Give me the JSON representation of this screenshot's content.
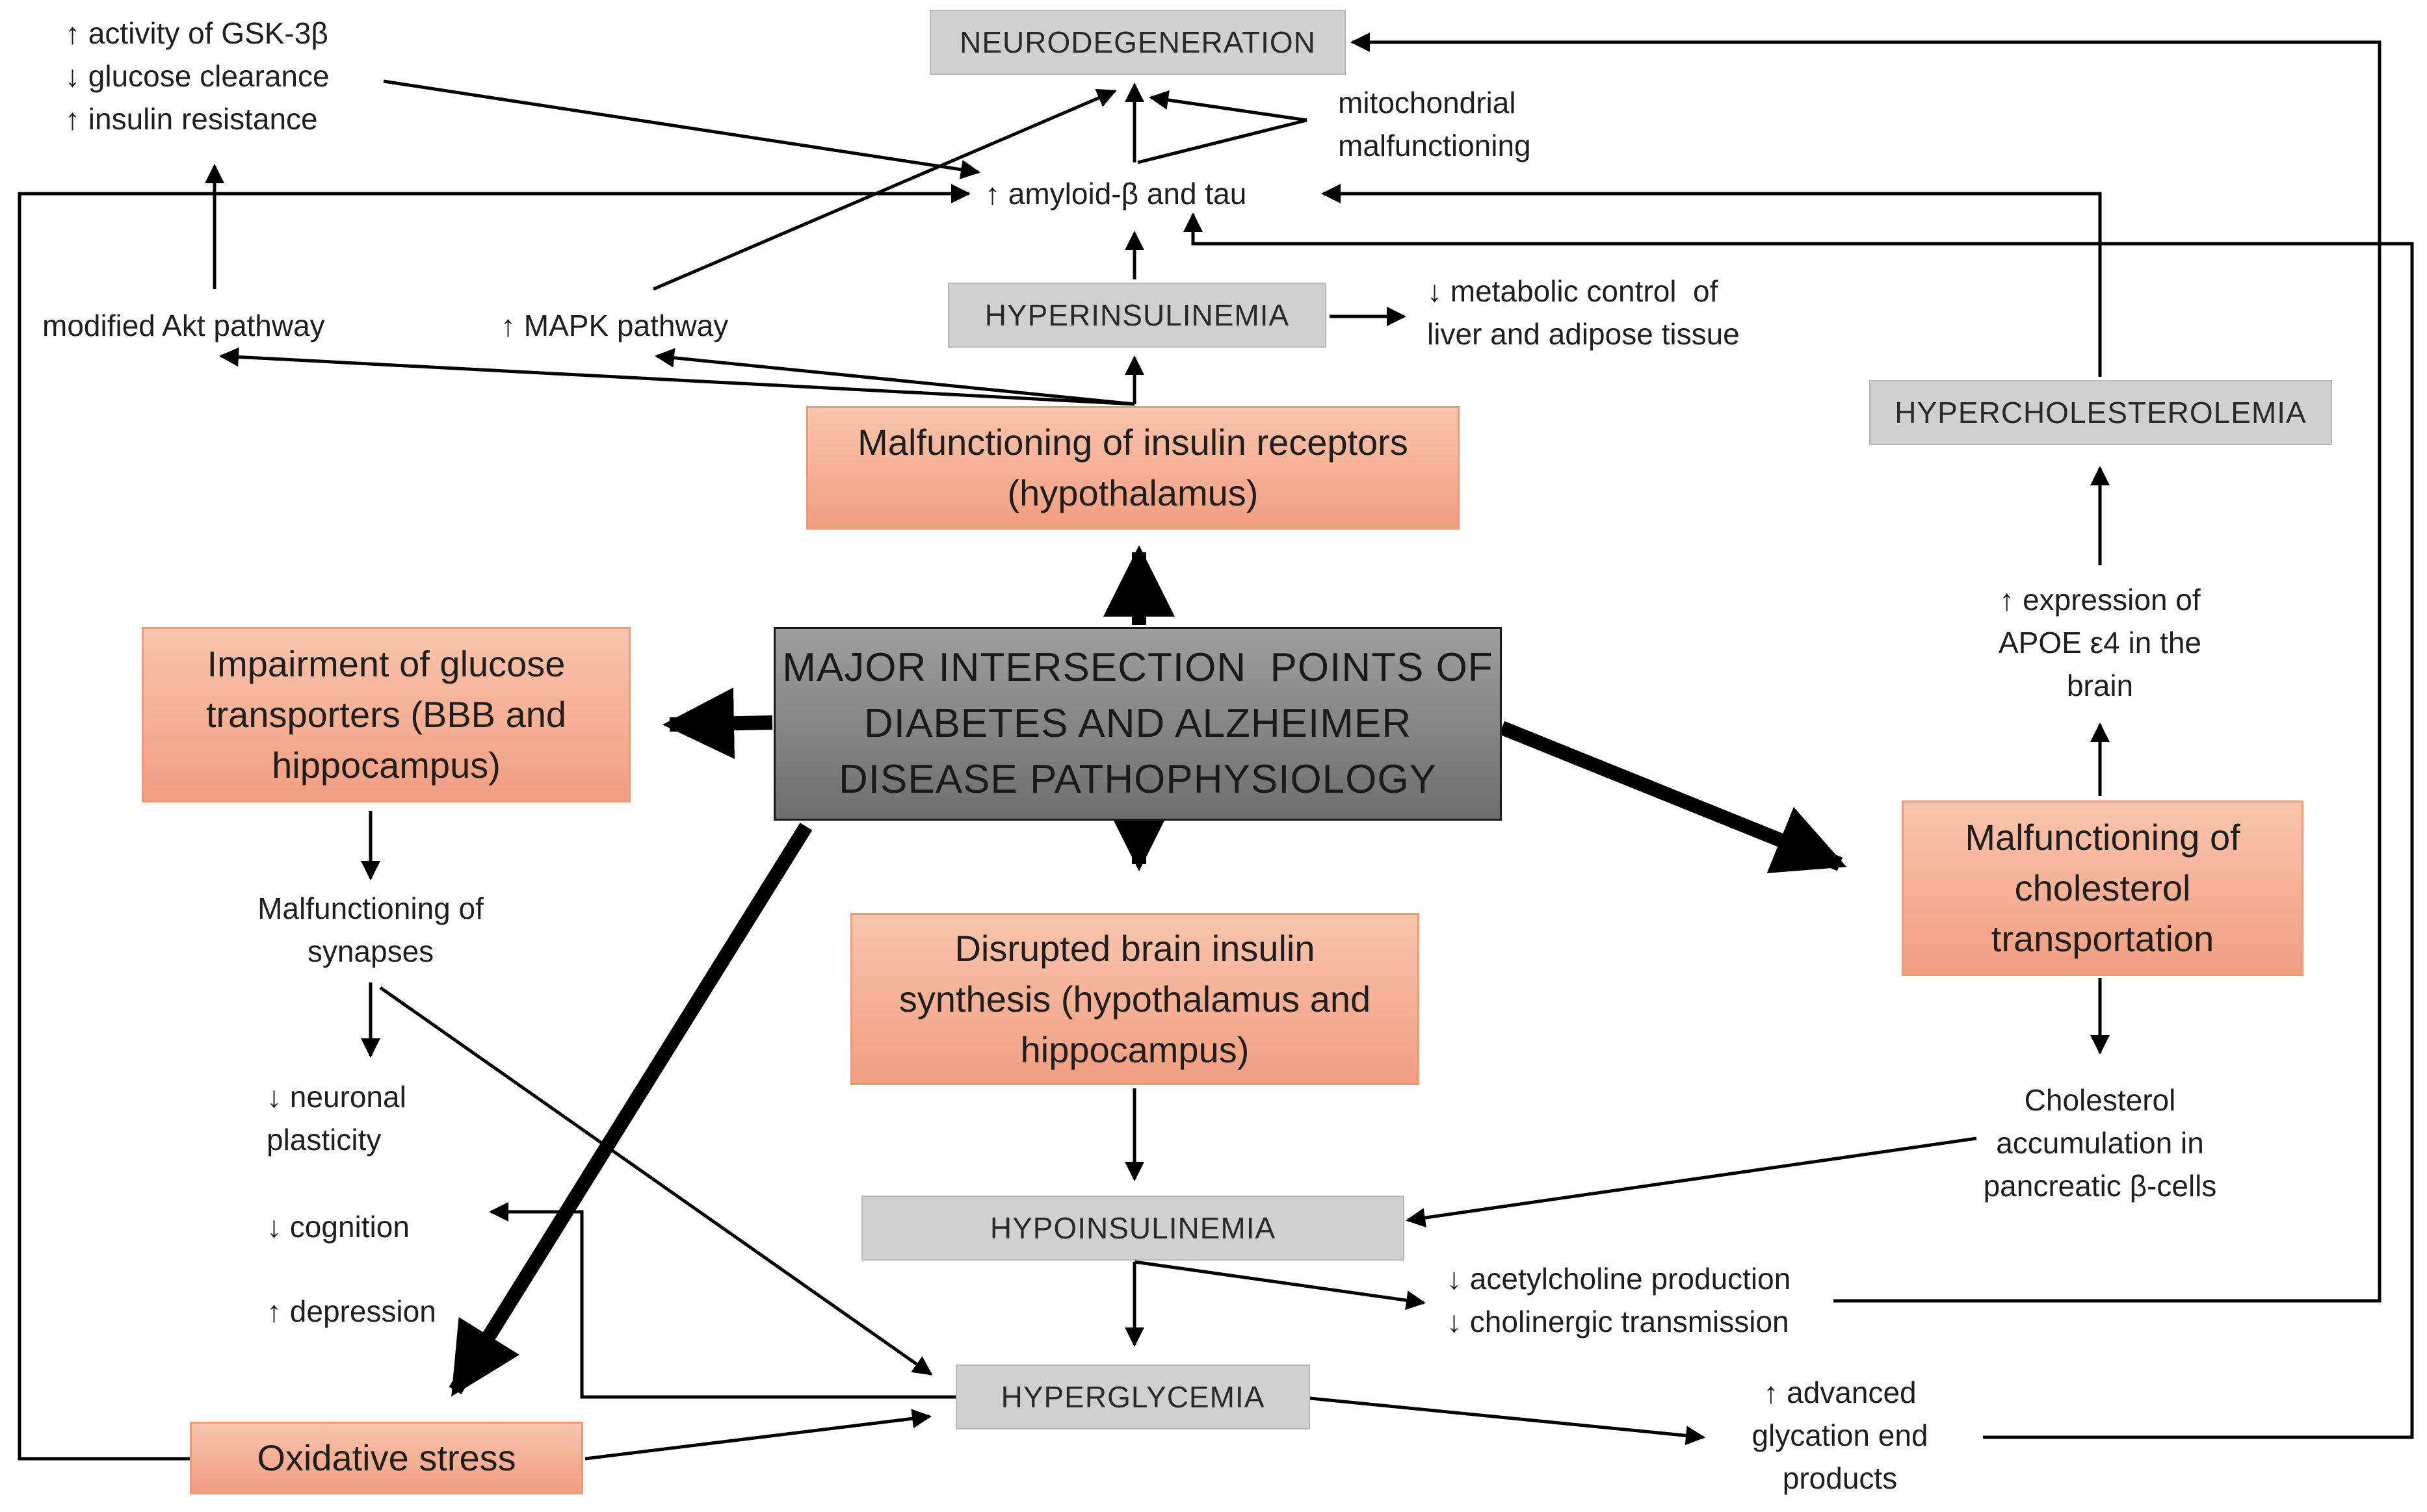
{
  "diagram": {
    "center": "MAJOR INTERSECTION  POINTS OF\nDIABETES AND ALZHEIMER\nDISEASE PATHOPHYSIOLOGY",
    "boxes": {
      "neurodegeneration": "NEURODEGENERATION",
      "hyperinsulinemia": "HYPERINSULINEMIA",
      "hypercholesterolemia": "HYPERCHOLESTEROLEMIA",
      "hypoinsulinemia": "HYPOINSULINEMIA",
      "hyperglycemia": "HYPERGLYCEMIA",
      "insulin_receptors": "Malfunctioning of insulin receptors\n(hypothalamus)",
      "glucose_transporters": "Impairment of glucose\ntransporters (BBB and\nhippocampus)",
      "brain_insulin": "Disrupted brain insulin\nsynthesis (hypothalamus and\nhippocampus)",
      "cholesterol_transport": "Malfunctioning of\ncholesterol\ntransportation",
      "oxidative_stress": "Oxidative stress"
    },
    "labels": {
      "gsk": "↑ activity of GSK-3β\n↓ glucose clearance\n↑ insulin resistance",
      "mitochondrial": "mitochondrial\nmalfunctioning",
      "amyloid": "↑ amyloid-β and tau",
      "akt": "modified Akt pathway",
      "mapk": "↑ MAPK pathway",
      "metabolic": "↓ metabolic control  of\nliver and adipose tissue",
      "apoe": "↑ expression of\nAPOE ε4 in the\nbrain",
      "synapses": "Malfunctioning of\nsynapses",
      "plasticity": "↓ neuronal\nplasticity",
      "cognition": "↓ cognition",
      "depression": "↑ depression",
      "cholesterol_accum": "Cholesterol\naccumulation in\npancreatic β-cells",
      "acetylcholine": "↓ acetylcholine production\n↓ cholinergic transmission",
      "glycation": "↑ advanced\nglycation end\nproducts"
    },
    "colors": {
      "gray_box": "#d0d0d0",
      "orange_box": "#f4ac8f",
      "center_box": "#7f7f7f",
      "line": "#000000"
    }
  }
}
